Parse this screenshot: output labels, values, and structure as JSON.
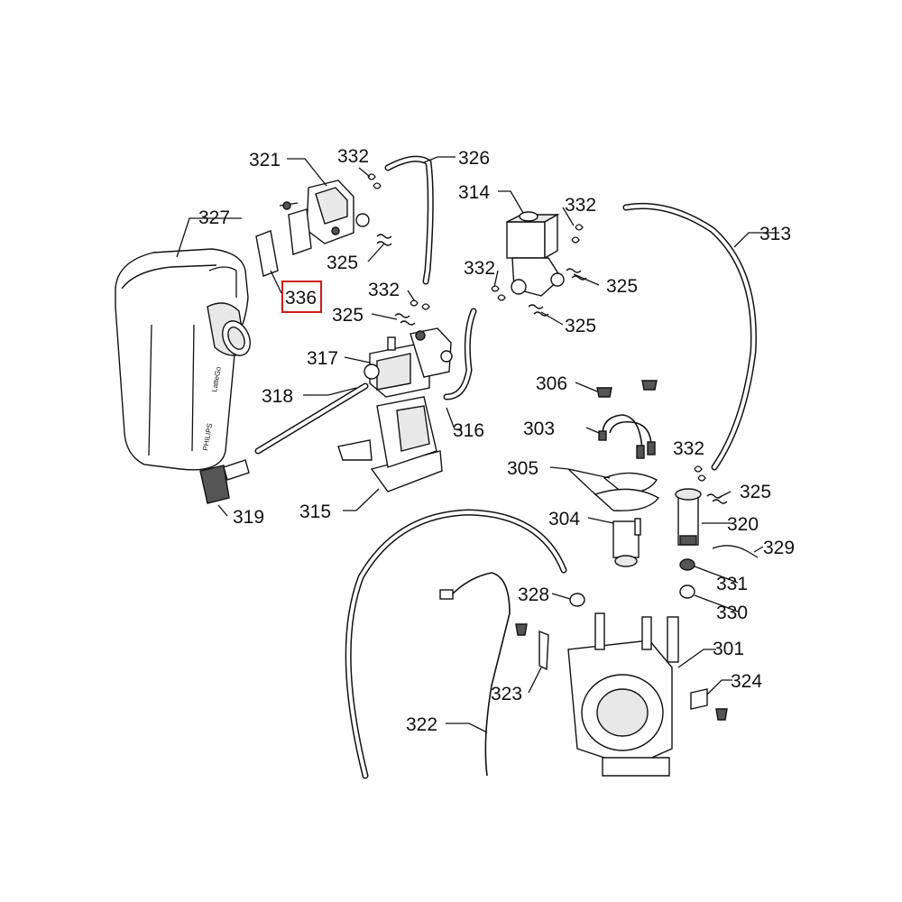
{
  "labels": {
    "l301": "301",
    "l303": "303",
    "l304": "304",
    "l305": "305",
    "l306": "306",
    "l313": "313",
    "l314": "314",
    "l315": "315",
    "l316": "316",
    "l317": "317",
    "l318": "318",
    "l319": "319",
    "l320": "320",
    "l321": "321",
    "l322": "322",
    "l323": "323",
    "l324": "324",
    "l325a": "325",
    "l325b": "325",
    "l325c": "325",
    "l325d": "325",
    "l325e": "325",
    "l326": "326",
    "l327": "327",
    "l328": "328",
    "l329": "329",
    "l330": "330",
    "l331": "331",
    "l332a": "332",
    "l332b": "332",
    "l332c": "332",
    "l332d": "332",
    "l332e": "332",
    "l336": "336"
  },
  "jug_branding": {
    "brand": "PHILIPS",
    "model": "LatteGo"
  },
  "highlight": {
    "part": "336",
    "color": "#d11a1a"
  }
}
